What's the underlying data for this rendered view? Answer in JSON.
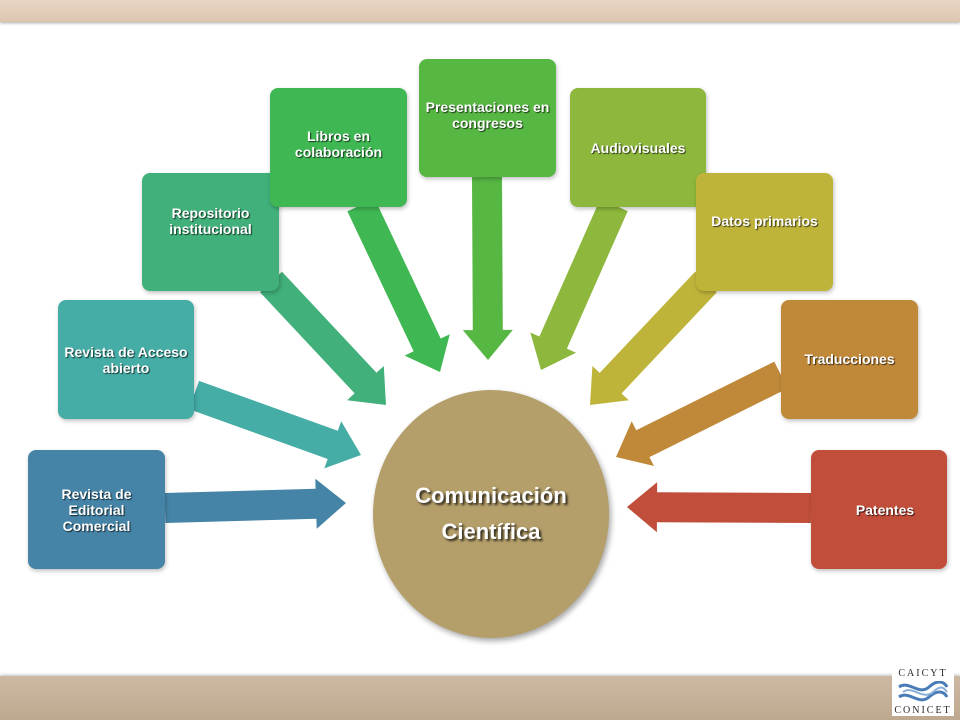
{
  "center": {
    "line1": "Comunicación",
    "line2": "Científica",
    "color": "#b49e6a"
  },
  "nodes": [
    {
      "id": "revista-editorial",
      "label": "Revista de Editorial Comercial",
      "color": "#4584a6"
    },
    {
      "id": "revista-acceso",
      "label": "Revista de Acceso abierto",
      "color": "#45ada6"
    },
    {
      "id": "repositorio",
      "label": "Repositorio institucional",
      "color": "#41b07a"
    },
    {
      "id": "libros",
      "label": "Libros en colaboración",
      "color": "#3fb853"
    },
    {
      "id": "presentaciones",
      "label": "Presentaciones en congresos",
      "color": "#57b743"
    },
    {
      "id": "audiovisuales",
      "label": "Audiovisuales",
      "color": "#8db83d"
    },
    {
      "id": "datos",
      "label": "Datos primarios",
      "color": "#bfb43a"
    },
    {
      "id": "traducciones",
      "label": "Traducciones",
      "color": "#c0893a"
    },
    {
      "id": "patentes",
      "label": "Patentes",
      "color": "#c14e3a"
    }
  ],
  "logo": {
    "top": "CAICYT",
    "bottom": "CONICET"
  }
}
